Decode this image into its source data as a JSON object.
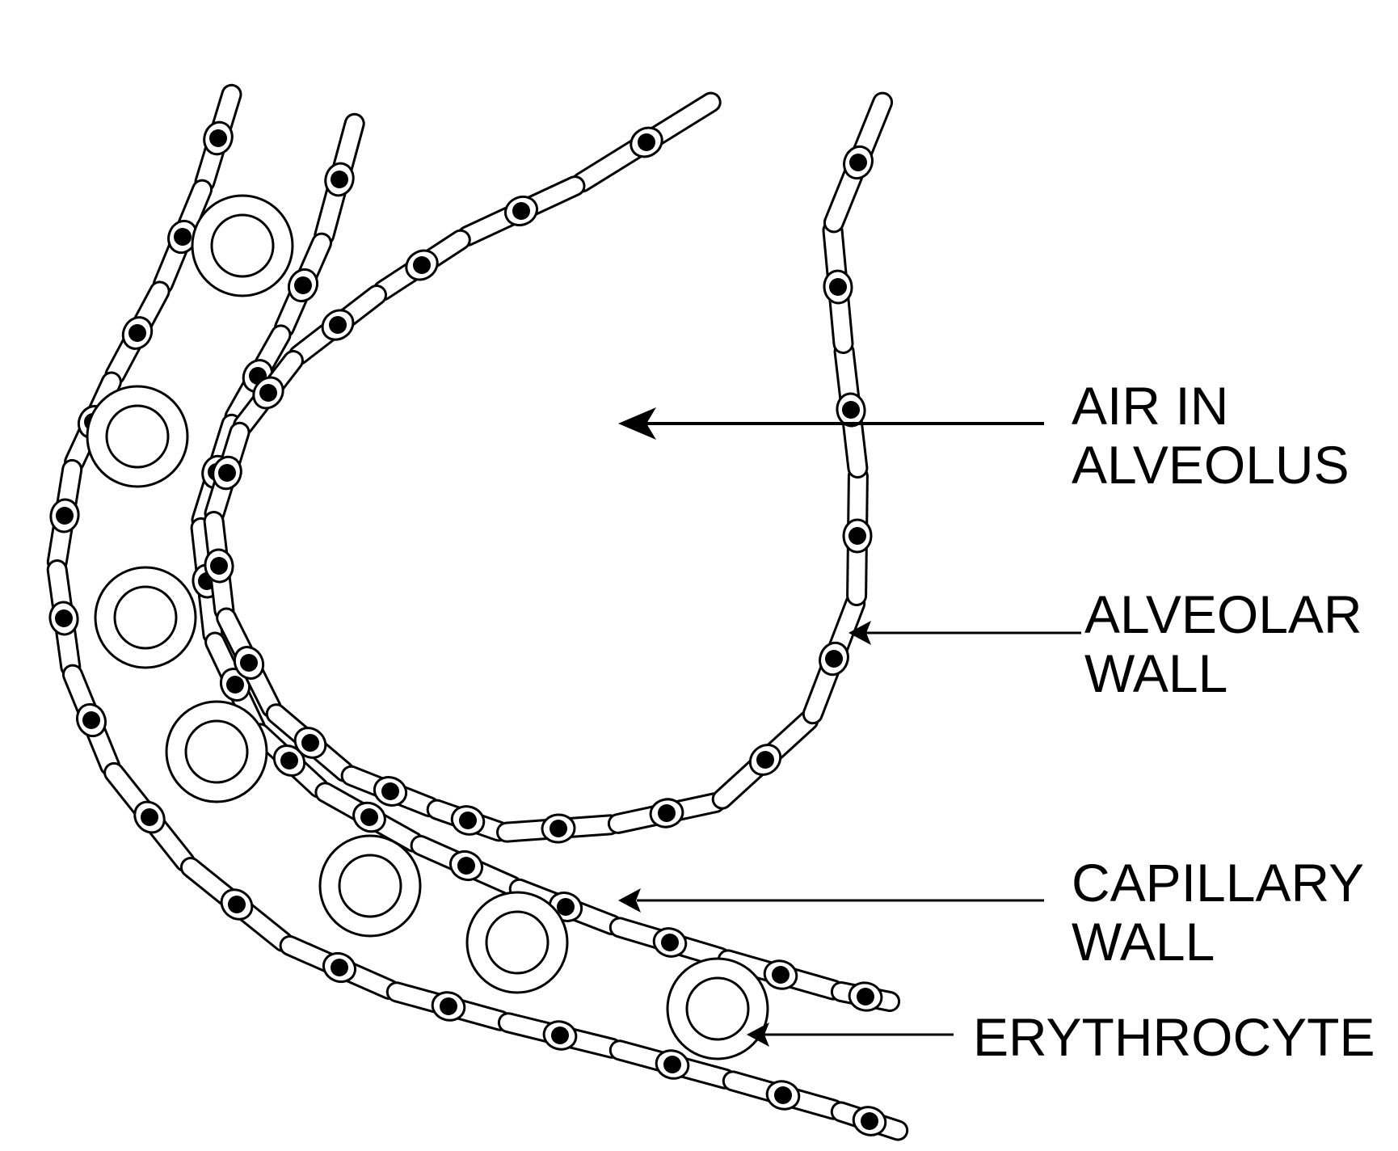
{
  "labels": {
    "air_line1": "AIR IN",
    "air_line2": "ALVEOLUS",
    "alveolar_line1": "ALVEOLAR",
    "alveolar_line2": "WALL",
    "capillary_line1": "CAPILLARY",
    "capillary_line2": "WALL",
    "erythrocyte": "ERYTHROCYTE"
  },
  "colors": {
    "ink": "#000000",
    "background": "#ffffff"
  }
}
